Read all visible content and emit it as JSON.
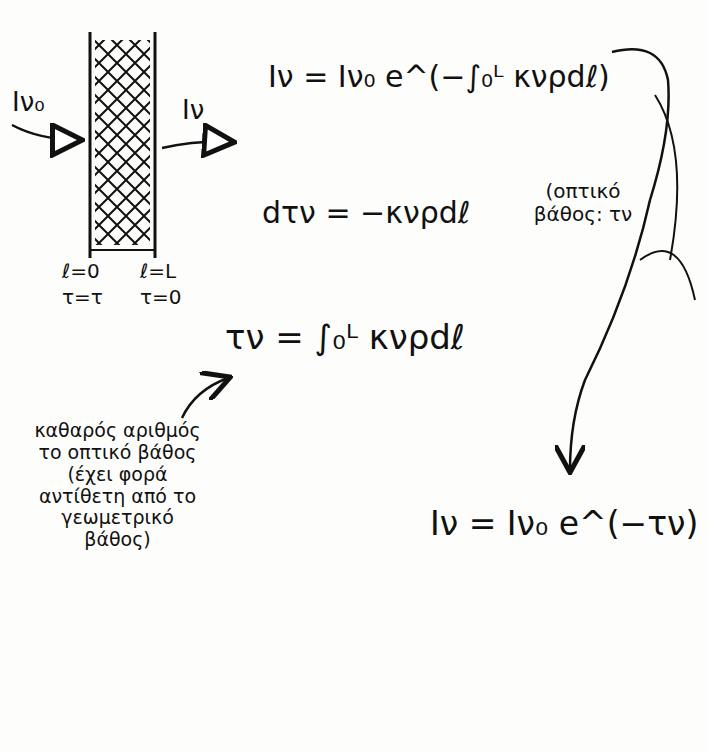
{
  "diagram": {
    "labels": [
      "Iν₀",
      "Iν",
      "ℓ=0",
      "τ=τ",
      "ℓ=L",
      "τ=0",
      "Iν = Iν₀ e^(−∫₀ᴸ κνρdℓ)",
      "dτν = −κνρdℓ",
      "(οπτικό βάθος: τν",
      "τν = ∫₀ᴸ κνρdℓ",
      "καθαρός αριθμός το οπτικό βάθος (έχει φορά αντίθετη από το γεωμετρικό βάθος)",
      "Iν = Iν₀ e^(−τν)"
    ]
  }
}
